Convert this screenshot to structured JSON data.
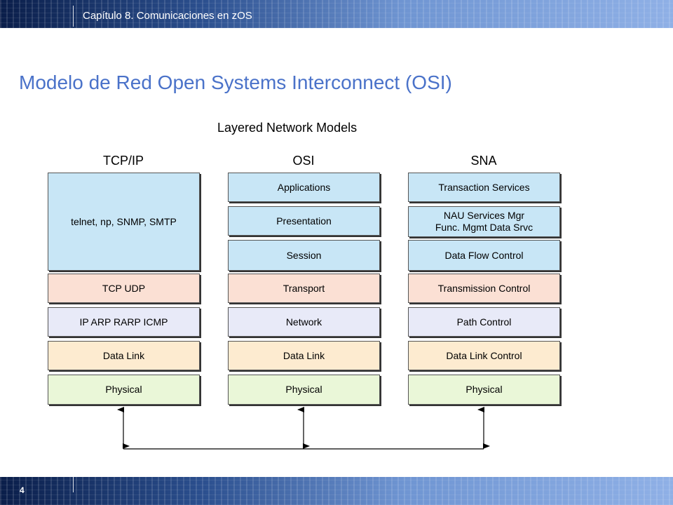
{
  "header": {
    "chapter_title": "Capítulo 8. Comunicaciones en zOS"
  },
  "slide": {
    "title": "Modelo de Red Open Systems Interconnect (OSI)"
  },
  "footer": {
    "page_number": "4"
  },
  "diagram": {
    "title": "Layered Network Models",
    "columns": [
      {
        "name": "TCP/IP",
        "layers": [
          "telnet, np, SNMP, SMTP",
          "TCP UDP",
          "IP ARP RARP ICMP",
          "Data Link",
          "Physical"
        ]
      },
      {
        "name": "OSI",
        "layers": [
          "Applications",
          "Presentation",
          "Session",
          "Transport",
          "Network",
          "Data Link",
          "Physical"
        ]
      },
      {
        "name": "SNA",
        "layers": [
          "Transaction Services",
          "NAU Services Mgr\nFunc. Mgmt Data Srvc",
          "Data Flow Control",
          "Transmission Control",
          "Path Control",
          "Data Link Control",
          "Physical"
        ]
      }
    ],
    "colors": {
      "application": "#c8e6f6",
      "transport": "#fbe0d4",
      "network": "#e8eaf8",
      "datalink": "#fdebd0",
      "physical": "#eaf7d8"
    }
  }
}
